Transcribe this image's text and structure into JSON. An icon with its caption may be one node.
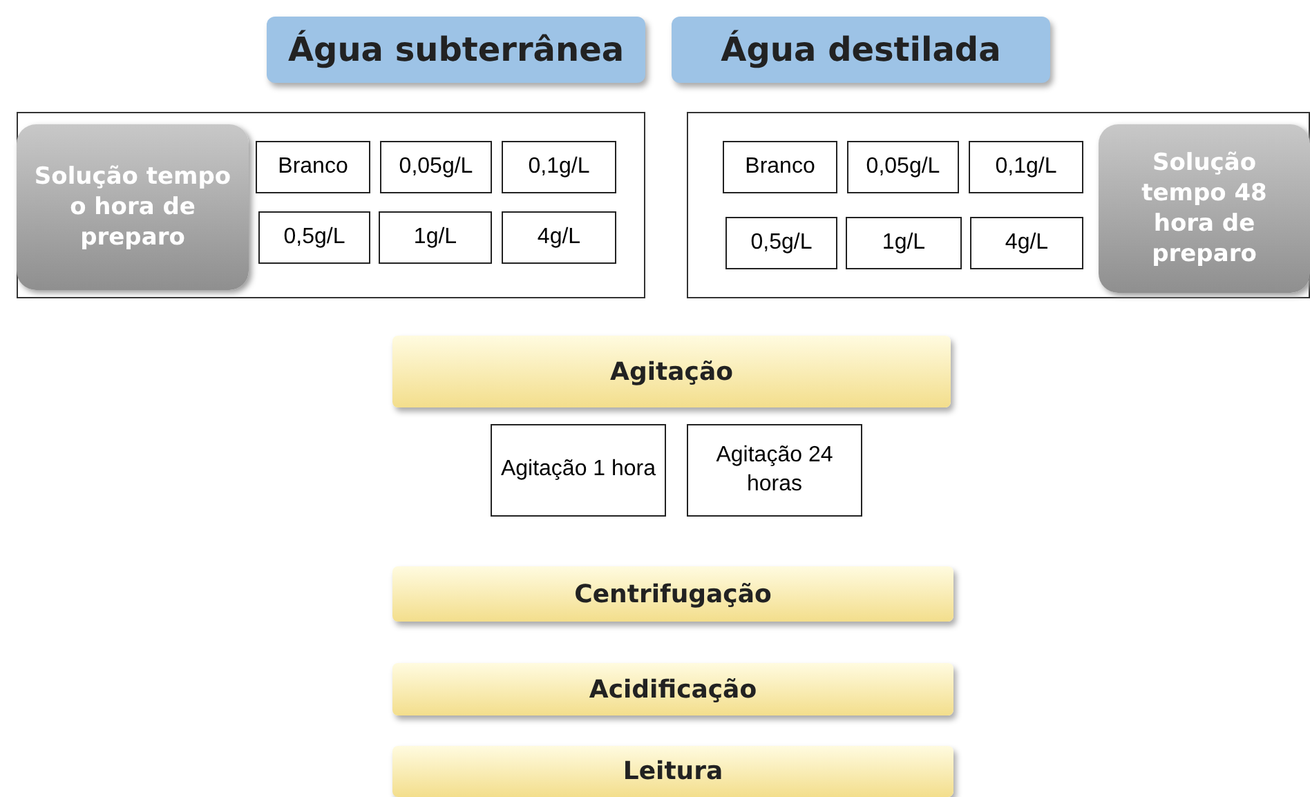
{
  "diagram": {
    "nodes": [
      {
        "text": [
          "Água subterrânea"
        ]
      },
      {
        "text": [
          "Água destilada"
        ]
      },
      {
        "text": [],
        "shape": "box"
      },
      {
        "text": [
          "Solução tempo o hora de preparo"
        ],
        "in": 2
      },
      {
        "text": [
          "Branco"
        ],
        "in": 2
      },
      {
        "text": [
          "0,05g/L"
        ],
        "in": 2
      },
      {
        "text": [
          "0,1g/L"
        ],
        "in": 2
      },
      {
        "text": [
          "0,5g/L"
        ],
        "in": 2
      },
      {
        "text": [
          "1g/L"
        ],
        "in": 2
      },
      {
        "text": [
          "4g/L"
        ],
        "in": 2
      },
      {
        "text": [],
        "shape": "box"
      },
      {
        "text": [
          "Branco"
        ],
        "in": 10
      },
      {
        "text": [
          "0,05g/L"
        ],
        "in": 10
      },
      {
        "text": [
          "0,1g/L"
        ],
        "in": 10
      },
      {
        "text": [
          "0,5g/L"
        ],
        "in": 10
      },
      {
        "text": [
          "1g/L"
        ],
        "in": 10
      },
      {
        "text": [
          "4g/L"
        ],
        "in": 10
      },
      {
        "text": [
          "Solução tempo 48 hora de preparo"
        ],
        "in": 10
      },
      {
        "text": [
          "Agitação"
        ]
      },
      {
        "text": [
          "Agitação 1 hora"
        ]
      },
      {
        "text": [
          "Agitação 24 horas"
        ]
      },
      {
        "text": [
          "Centrifugação"
        ]
      },
      {
        "text": [
          "Acidificação"
        ]
      },
      {
        "text": [
          "Leitura"
        ]
      }
    ]
  }
}
